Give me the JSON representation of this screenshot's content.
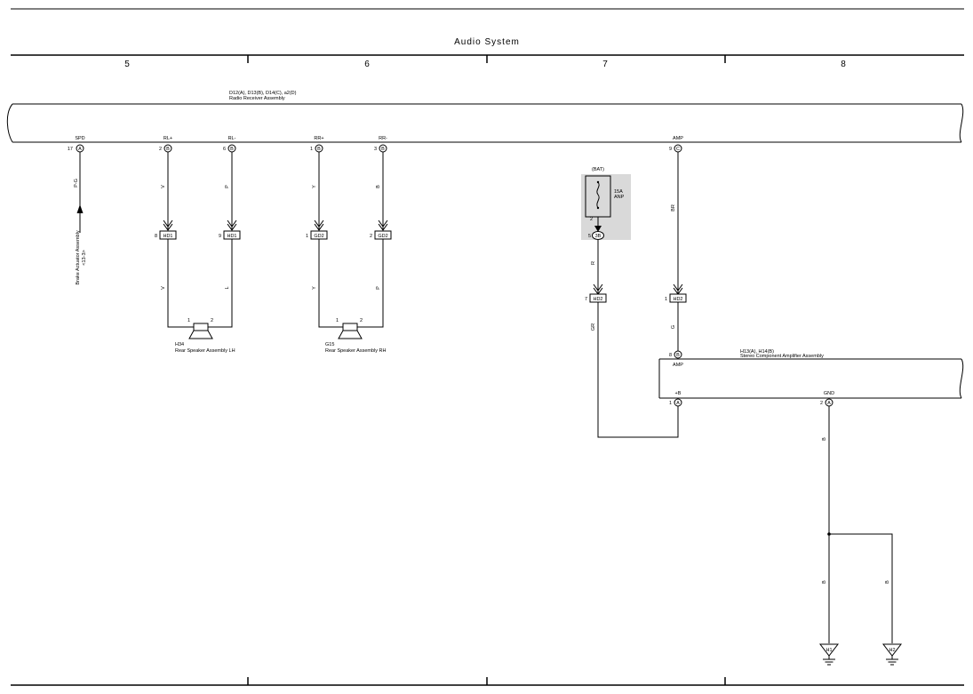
{
  "header": {
    "title": "Audio System",
    "columns": [
      "5",
      "6",
      "7",
      "8"
    ]
  },
  "radio": {
    "label_line1": "D12(A), D13(B), D14(C), a2(D)",
    "label_line2": "Radio Receiver Assembly",
    "pins": [
      {
        "name": "SPD",
        "num": "17",
        "letter": "A"
      },
      {
        "name": "RL+",
        "num": "2",
        "letter": "B"
      },
      {
        "name": "RL-",
        "num": "6",
        "letter": "B"
      },
      {
        "name": "RR+",
        "num": "1",
        "letter": "B"
      },
      {
        "name": "RR-",
        "num": "3",
        "letter": "B"
      },
      {
        "name": "AMP",
        "num": "9",
        "letter": "C"
      }
    ]
  },
  "brake": {
    "wire": "P-G",
    "label1": "Brake Actuator Assembly",
    "label2": "<13-3>"
  },
  "wires": {
    "rl_plus_top": "V",
    "rl_minus_top": "P",
    "rr_plus_top": "Y",
    "rr_minus_top": "B",
    "rl_plus_bottom": "V",
    "rl_minus_bottom": "L",
    "rr_plus_bottom": "Y",
    "rr_minus_bottom": "P",
    "fuse_out": "R",
    "amp_top": "BR",
    "gr": "GR",
    "g": "G",
    "gnd1": "B",
    "gnd2": "B",
    "gnd3": "B"
  },
  "connectors": {
    "hd1_a": {
      "pin": "8",
      "name": "HD1"
    },
    "hd1_b": {
      "pin": "9",
      "name": "HD1"
    },
    "gd2_a": {
      "pin": "1",
      "name": "GD2"
    },
    "gd2_b": {
      "pin": "2",
      "name": "GD2"
    },
    "hd2_a": {
      "pin": "7",
      "name": "HD2"
    },
    "hd2_b": {
      "pin": "1",
      "name": "HD2"
    }
  },
  "speakers": {
    "lh": {
      "id": "H34",
      "name": "Rear Speaker Assembly LH",
      "p1": "1",
      "p2": "2"
    },
    "rh": {
      "id": "G15",
      "name": "Rear Speaker Assembly RH",
      "p1": "1",
      "p2": "2"
    }
  },
  "fuse": {
    "source": "(BAT)",
    "rating": "15A",
    "name": "ANP",
    "pin": "2",
    "jb_num": "5",
    "jb": "3B"
  },
  "amp": {
    "label_line1": "H13(A), H14(B)",
    "label_line2": "Stereo Component Amplifier Assembly",
    "amp_pin": {
      "num": "8",
      "letter": "B",
      "name": "AMP"
    },
    "b_pin": {
      "num": "1",
      "letter": "A",
      "name": "+B"
    },
    "gnd_pin": {
      "num": "2",
      "letter": "A",
      "name": "GND"
    }
  },
  "grounds": {
    "g1": "H1",
    "g2": "H2"
  }
}
